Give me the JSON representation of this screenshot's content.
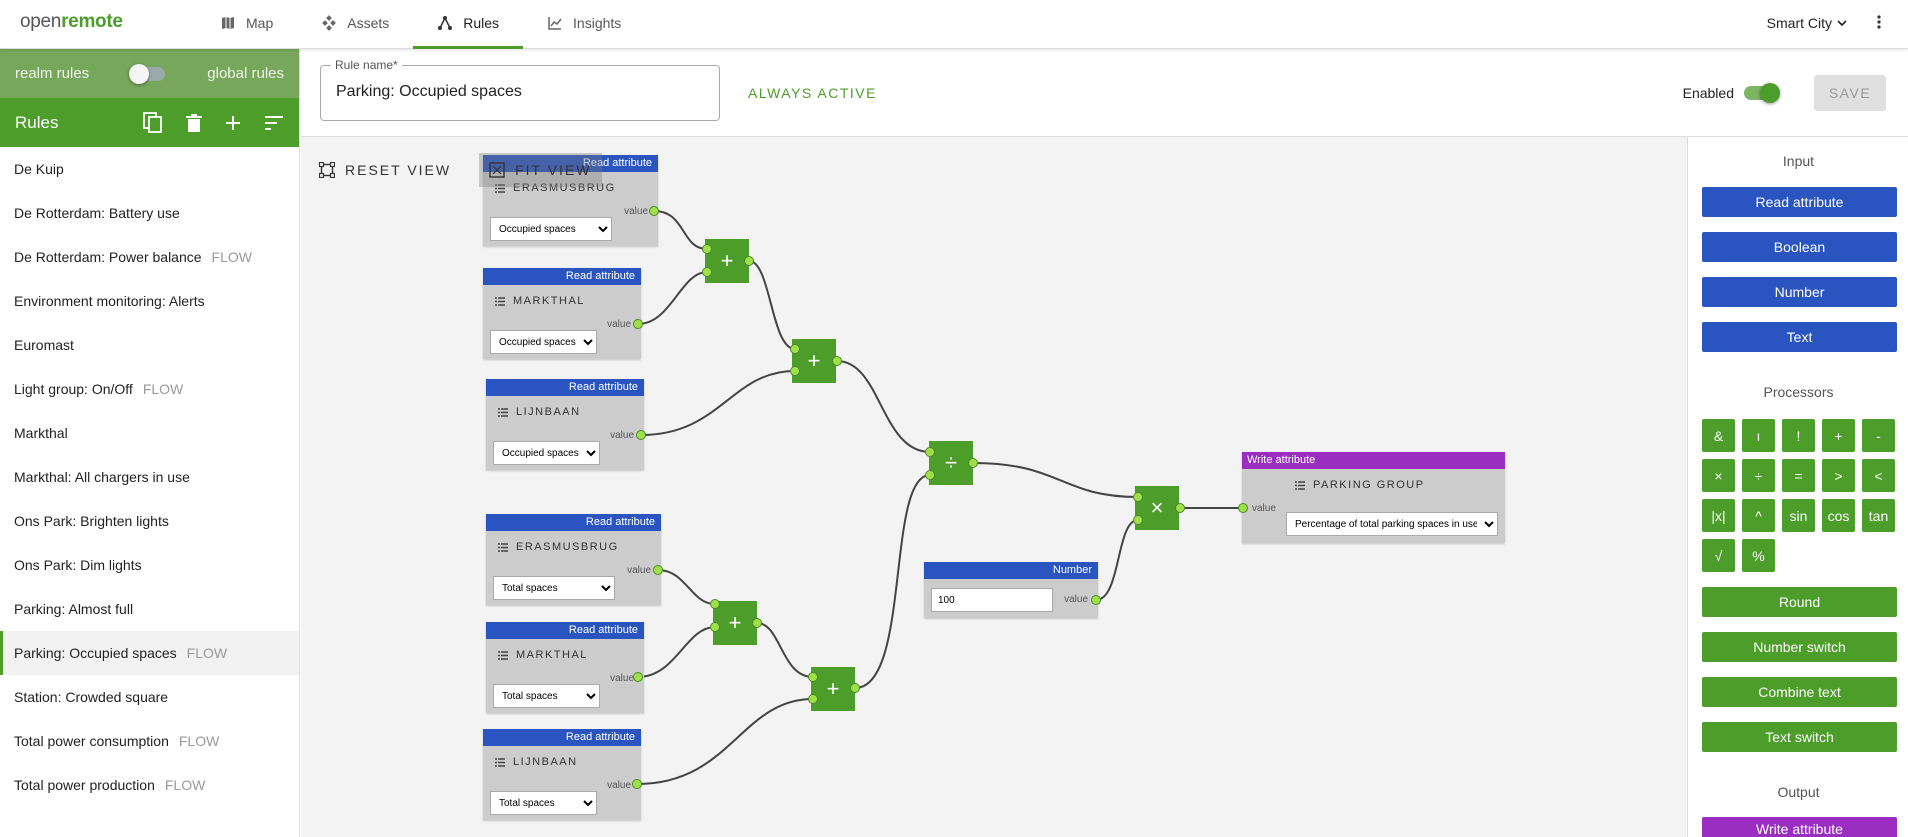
{
  "header": {
    "logo_main": "open",
    "logo_accent": "remote",
    "nav": [
      {
        "label": "Map",
        "icon": "map-icon"
      },
      {
        "label": "Assets",
        "icon": "assets-icon"
      },
      {
        "label": "Rules",
        "icon": "rules-icon",
        "active": true
      },
      {
        "label": "Insights",
        "icon": "insights-icon"
      }
    ],
    "realm": "Smart City"
  },
  "sidebar": {
    "scope_left": "realm rules",
    "scope_right": "global rules",
    "title": "Rules",
    "rules": [
      {
        "name": "De Kuip",
        "tag": ""
      },
      {
        "name": "De Rotterdam: Battery use",
        "tag": ""
      },
      {
        "name": "De Rotterdam: Power balance",
        "tag": "FLOW"
      },
      {
        "name": "Environment monitoring: Alerts",
        "tag": ""
      },
      {
        "name": "Euromast",
        "tag": ""
      },
      {
        "name": "Light group: On/Off",
        "tag": "FLOW"
      },
      {
        "name": "Markthal",
        "tag": ""
      },
      {
        "name": "Markthal: All chargers in use",
        "tag": ""
      },
      {
        "name": "Ons Park: Brighten lights",
        "tag": ""
      },
      {
        "name": "Ons Park: Dim lights",
        "tag": ""
      },
      {
        "name": "Parking: Almost full",
        "tag": ""
      },
      {
        "name": "Parking: Occupied spaces",
        "tag": "FLOW",
        "active": true
      },
      {
        "name": "Station: Crowded square",
        "tag": ""
      },
      {
        "name": "Total power consumption",
        "tag": "FLOW"
      },
      {
        "name": "Total power production",
        "tag": "FLOW"
      }
    ]
  },
  "rulebar": {
    "name_label": "Rule name*",
    "name_value": "Parking: Occupied spaces",
    "always_active": "ALWAYS ACTIVE",
    "enabled_label": "Enabled",
    "save_label": "SAVE"
  },
  "canvas": {
    "reset_view": "RESET VIEW",
    "fit_view": "FIT VIEW",
    "read_nodes": [
      {
        "header": "Read attribute",
        "asset": "ERASMUSBRUG",
        "port": "value",
        "attribute": "Occupied spaces"
      },
      {
        "header": "Read attribute",
        "asset": "MARKTHAL",
        "port": "value",
        "attribute": "Occupied spaces"
      },
      {
        "header": "Read attribute",
        "asset": "LIJNBAAN",
        "port": "value",
        "attribute": "Occupied spaces"
      },
      {
        "header": "Read attribute",
        "asset": "ERASMUSBRUG",
        "port": "value",
        "attribute": "Total spaces"
      },
      {
        "header": "Read attribute",
        "asset": "MARKTHAL",
        "port": "value",
        "attribute": "Total spaces"
      },
      {
        "header": "Read attribute",
        "asset": "LIJNBAAN",
        "port": "value",
        "attribute": "Total spaces"
      }
    ],
    "number_node": {
      "header": "Number",
      "value": "100",
      "port": "value"
    },
    "write_node": {
      "header": "Write attribute",
      "asset": "PARKING GROUP",
      "port": "value",
      "attribute": "Percentage of total parking spaces in use"
    },
    "operators": [
      "+",
      "+",
      "+",
      "+",
      "÷",
      "×"
    ]
  },
  "palette": {
    "input_title": "Input",
    "inputs": [
      "Read attribute",
      "Boolean",
      "Number",
      "Text"
    ],
    "processors_title": "Processors",
    "processors": [
      "&",
      "ı",
      "!",
      "+",
      "-",
      "×",
      "÷",
      "=",
      ">",
      "<",
      "|x|",
      "^",
      "sin",
      "cos",
      "tan",
      "√",
      "%"
    ],
    "extra_processors": [
      "Round",
      "Number switch",
      "Combine text",
      "Text switch"
    ],
    "output_title": "Output",
    "outputs": [
      "Write attribute"
    ]
  },
  "colors": {
    "accent_green": "#4d9d2a",
    "input_blue": "#2a55c1",
    "output_purple": "#9a2ec1"
  }
}
